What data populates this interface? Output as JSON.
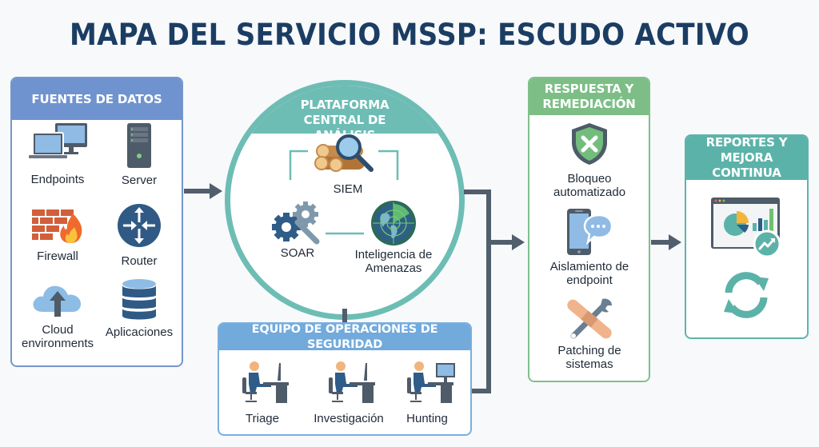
{
  "title": "MAPA DEL SERVICIO MSSP: ESCUDO ACTIVO",
  "colors": {
    "title": "#1c3d63",
    "sources_header": "#6f93cf",
    "platform_ring": "#6dbdb5",
    "response_header": "#7cbe85",
    "reports_header": "#5bb2a8",
    "team_header": "#72aadc",
    "connector": "#515e6c"
  },
  "sources": {
    "header": "FUENTES DE DATOS",
    "items": [
      {
        "label": "Endpoints",
        "icon": "endpoints-icon"
      },
      {
        "label": "Server",
        "icon": "server-icon"
      },
      {
        "label": "Firewall",
        "icon": "firewall-icon"
      },
      {
        "label": "Router",
        "icon": "router-icon"
      },
      {
        "label": "Cloud environments",
        "icon": "cloud-upload-icon"
      },
      {
        "label": "Aplicaciones",
        "icon": "database-icon"
      }
    ]
  },
  "platform": {
    "header": "PLATAFORMA CENTRAL DE ANÁLISIS",
    "items": [
      {
        "label": "SIEM",
        "icon": "logs-magnifier-icon"
      },
      {
        "label": "SOAR",
        "icon": "gears-wrench-icon"
      },
      {
        "label": "Inteligencia de Amenazas",
        "icon": "radar-globe-icon"
      }
    ]
  },
  "team": {
    "header": "EQUIPO DE OPERACIONES DE SEGURIDAD",
    "items": [
      {
        "label": "Triage",
        "icon": "analyst-desk-icon"
      },
      {
        "label": "Investigación",
        "icon": "analyst-desk-icon"
      },
      {
        "label": "Hunting",
        "icon": "analyst-monitor-icon"
      }
    ]
  },
  "response": {
    "header": "RESPUESTA Y REMEDIACIÓN",
    "items": [
      {
        "label": "Bloqueo automatizado",
        "icon": "shield-x-icon"
      },
      {
        "label": "Aislamiento de endpoint",
        "icon": "phone-chat-icon"
      },
      {
        "label": "Patching de sistemas",
        "icon": "bandage-wrench-icon"
      }
    ]
  },
  "reports": {
    "header": "REPORTES Y MEJORA CONTINUA",
    "items": [
      {
        "icon": "dashboard-chart-icon"
      },
      {
        "icon": "refresh-cycle-icon"
      }
    ]
  }
}
